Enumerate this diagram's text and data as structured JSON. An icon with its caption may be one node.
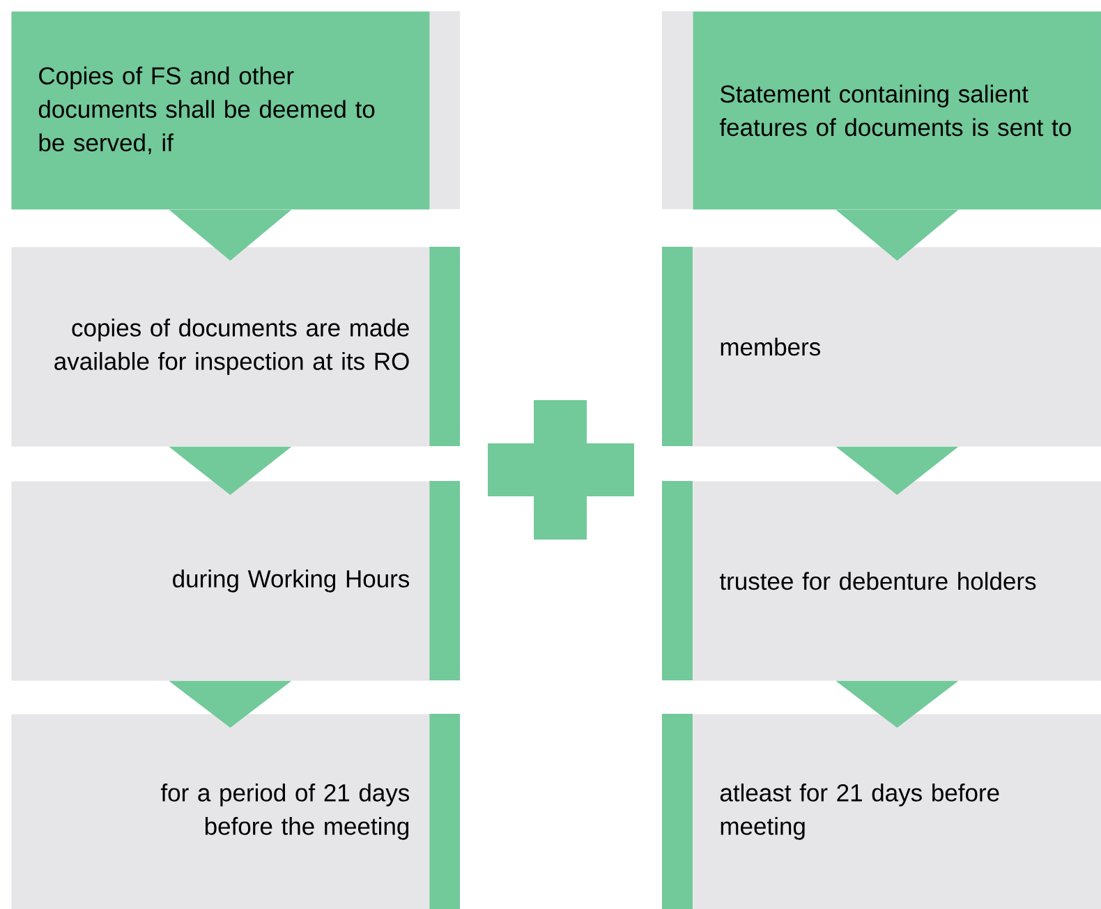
{
  "diagram": {
    "nodes": [
      {
        "text": [
          "Copies of FS and other documents shall be deemed to be served, if"
        ]
      },
      {
        "text": [
          "copies of documents are made available for inspection at its RO"
        ]
      },
      {
        "text": [
          "during Working Hours"
        ]
      },
      {
        "text": [
          "for a period of 21 days before the meeting"
        ]
      },
      {
        "text": [
          "Statement containing salient features of documents is sent to"
        ]
      },
      {
        "text": [
          "members"
        ]
      },
      {
        "text": [
          "trustee for debenture holders"
        ]
      },
      {
        "text": [
          "atleast for 21 days before meeting"
        ]
      }
    ],
    "edges": [
      {
        "from": 0,
        "to": 1,
        "arrow": "to"
      },
      {
        "from": 1,
        "to": 2,
        "arrow": "to"
      },
      {
        "from": 2,
        "to": 3,
        "arrow": "to"
      },
      {
        "from": 4,
        "to": 5,
        "arrow": "to"
      },
      {
        "from": 5,
        "to": 6,
        "arrow": "to"
      },
      {
        "from": 6,
        "to": 7,
        "arrow": "to"
      }
    ]
  }
}
